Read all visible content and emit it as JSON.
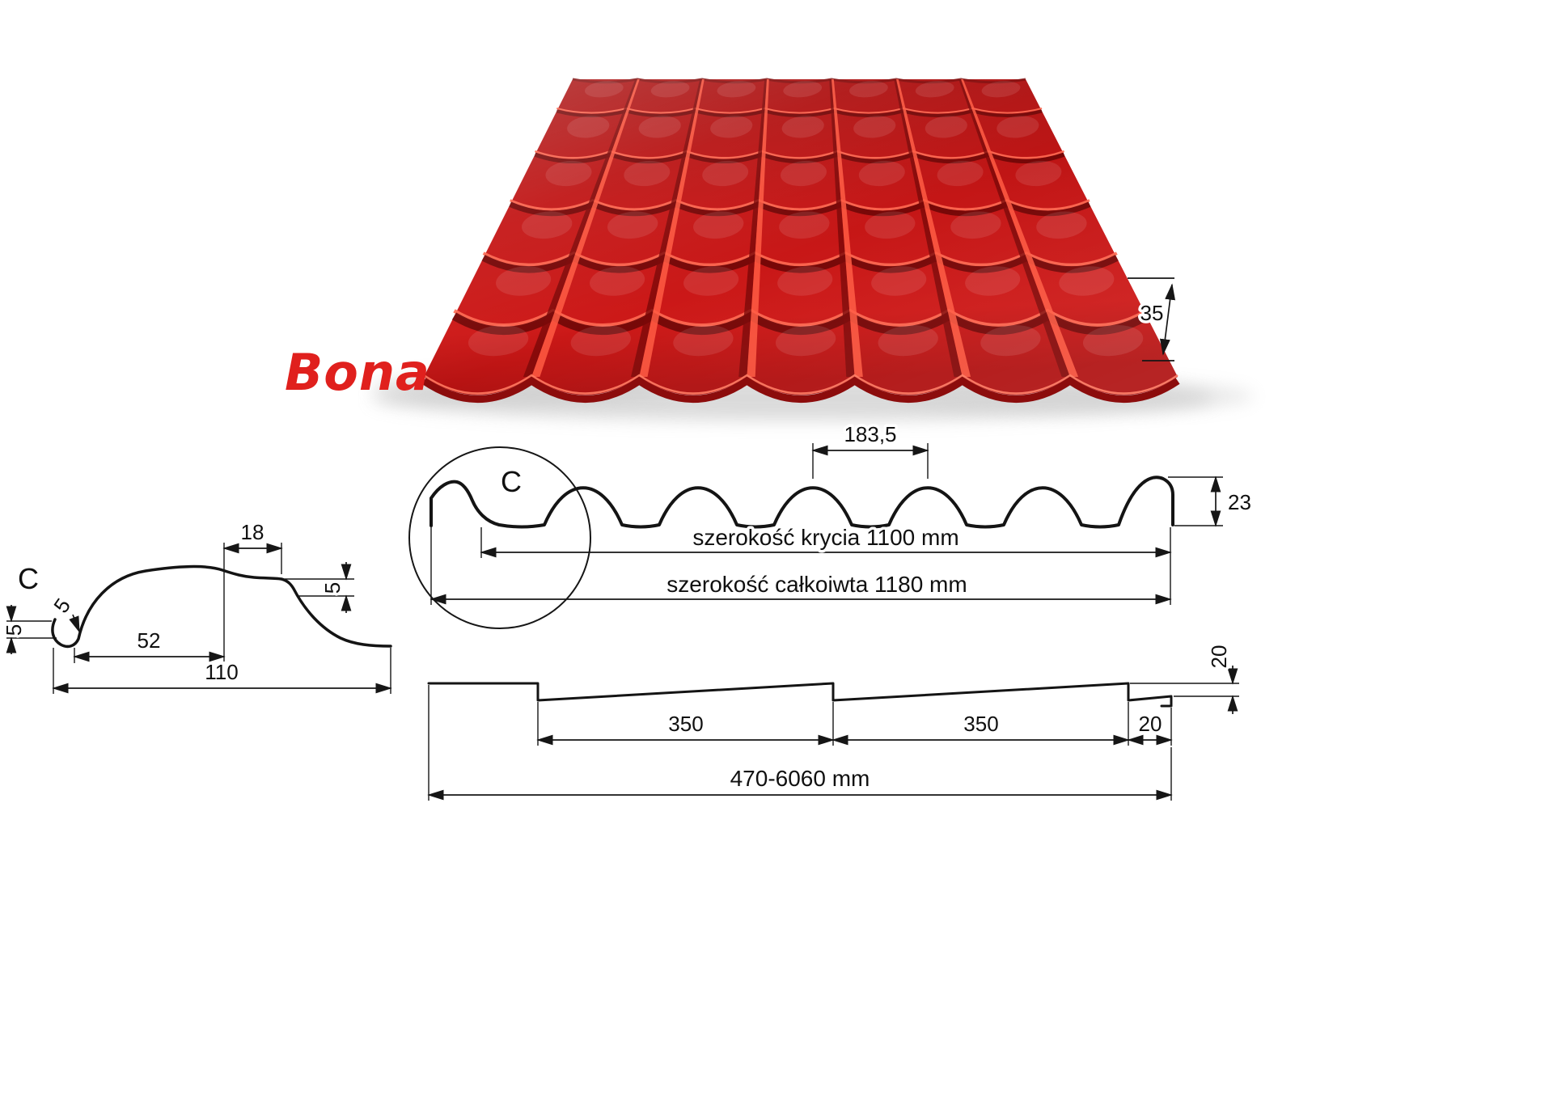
{
  "product": {
    "name": "Bona"
  },
  "render": {
    "dim_35": "35"
  },
  "cross_section": {
    "detail_label": "C",
    "dim_module": "183,5",
    "dim_height": "23",
    "coverage_width": "szerokość krycia 1100 mm",
    "total_width": "szerokość całkoiwta 1180 mm"
  },
  "detail_c": {
    "label": "C",
    "dim_top": "18",
    "dim_step_height": "5",
    "dim_hook_height": "5",
    "dim_left_height": "5",
    "dim_rib_width": "52",
    "dim_total": "110"
  },
  "length_profile": {
    "dim_step_height": "20",
    "dim_module_1": "350",
    "dim_module_2": "350",
    "dim_end": "20",
    "dim_length_range": "470-6060 mm"
  }
}
